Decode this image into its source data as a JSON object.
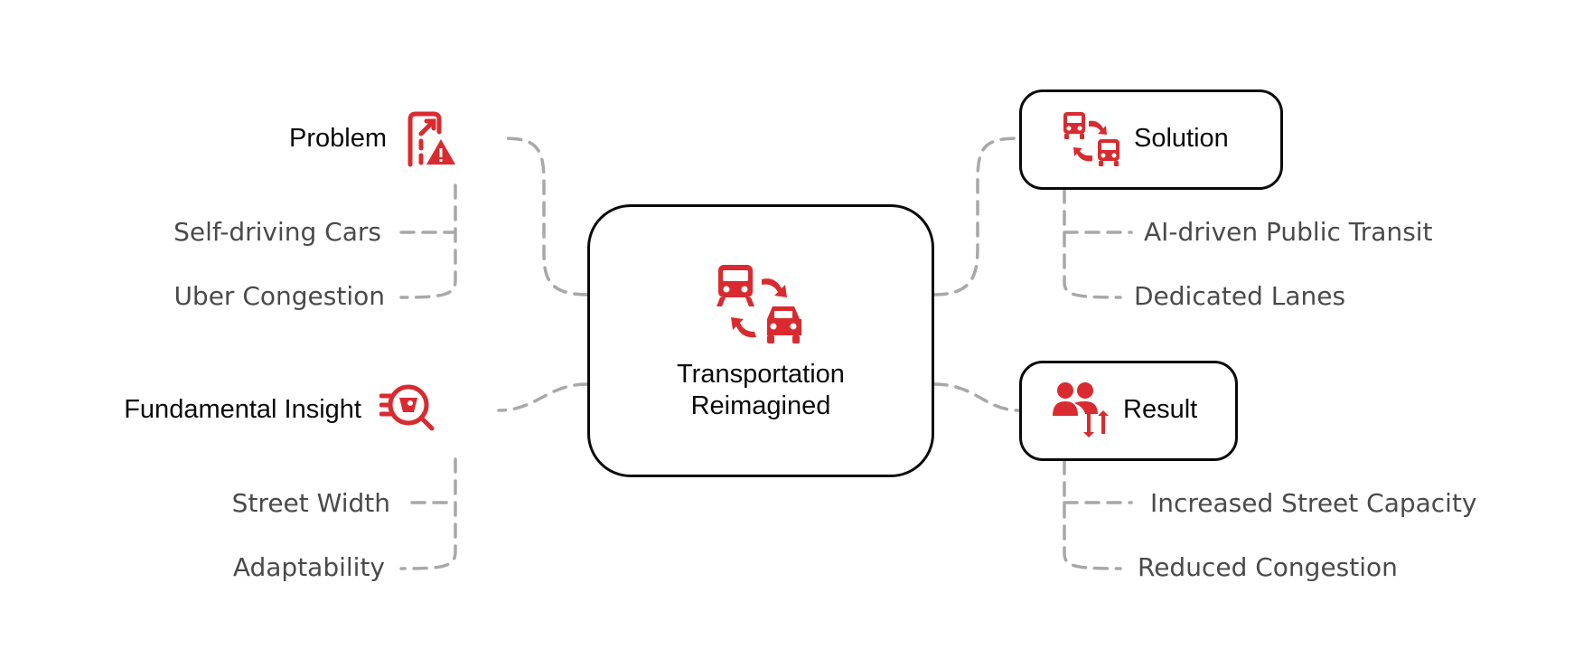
{
  "center": {
    "title_line1": "Transportation",
    "title_line2": "Reimagined",
    "icon": "bus-car-swap-icon"
  },
  "branches": {
    "problem": {
      "label": "Problem",
      "icon": "road-warning-icon",
      "items": [
        "Self-driving Cars",
        "Uber Congestion"
      ]
    },
    "insight": {
      "label": "Fundamental Insight",
      "icon": "search-insight-icon",
      "items": [
        "Street Width",
        "Adaptability"
      ]
    },
    "solution": {
      "label": "Solution",
      "icon": "bus-swap-icon",
      "items": [
        "AI-driven Public Transit",
        "Dedicated Lanes"
      ]
    },
    "result": {
      "label": "Result",
      "icon": "people-up-down-icon",
      "items": [
        "Increased Street Capacity",
        "Reduced Congestion"
      ]
    }
  },
  "colors": {
    "accent": "#d92b2f",
    "line": "#a8a8a8",
    "border": "#0a0a0a",
    "leaf_text": "#4a4a4a"
  }
}
